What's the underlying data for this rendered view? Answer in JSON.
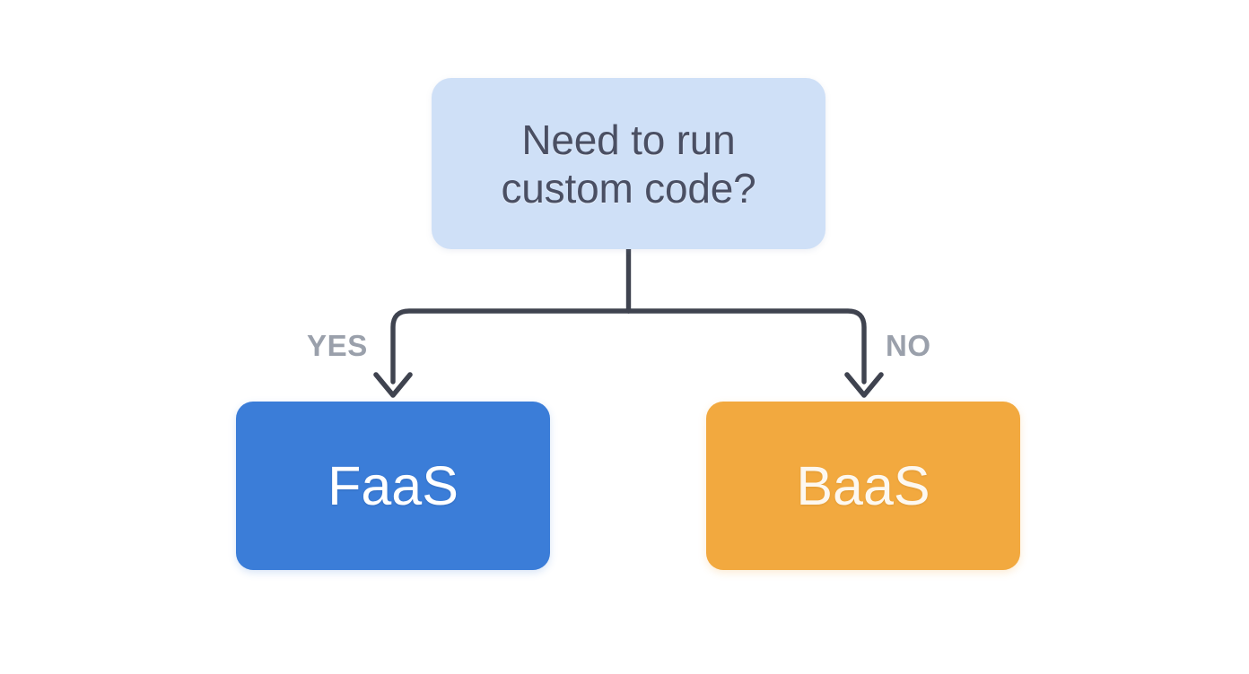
{
  "diagram": {
    "title": "Need to run custom code? decision flowchart",
    "background_color": "#ffffff",
    "connector_color": "#3f434f"
  },
  "decision": {
    "id": "need-custom-code",
    "line1": "Need to run",
    "line2": "custom code?",
    "fill_color": "#cfe0f7",
    "text_color": "#4a4f63"
  },
  "branches": [
    {
      "label": "YES",
      "target": "FaaS",
      "label_color": "#9aa0ab"
    },
    {
      "label": "NO",
      "target": "BaaS",
      "label_color": "#9aa0ab"
    }
  ],
  "outcomes": [
    {
      "id": "faas",
      "label": "FaaS",
      "fill_color": "#3b7dd8",
      "text_color": "#ffffff"
    },
    {
      "id": "baas",
      "label": "BaaS",
      "fill_color": "#f2a93f",
      "text_color": "#fdf8f0"
    }
  ]
}
